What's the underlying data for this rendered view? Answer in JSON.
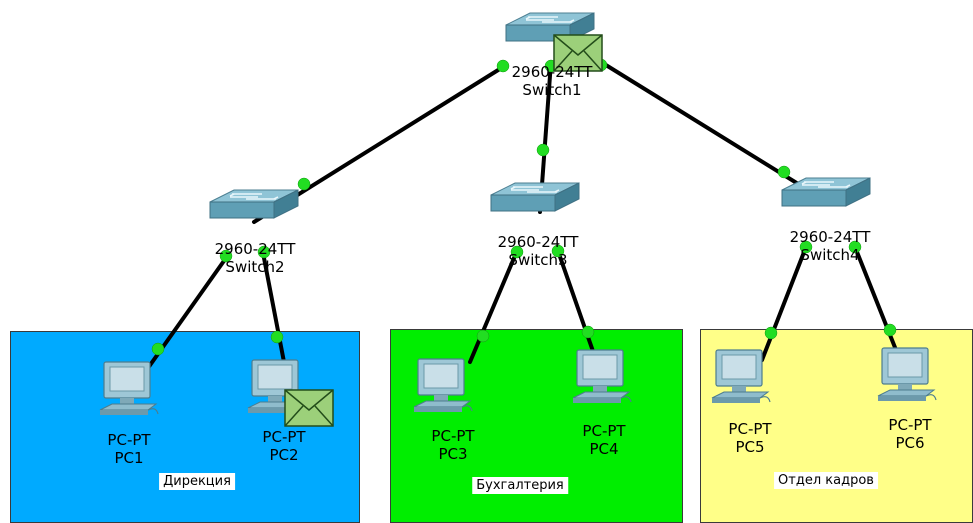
{
  "zones": [
    {
      "id": "direction",
      "label": "Дирекция",
      "color": "#00aaff"
    },
    {
      "id": "accounting",
      "label": "Бухгалтерия",
      "color": "#00ee00"
    },
    {
      "id": "hr",
      "label": "Отдел кадров",
      "color": "#ffff88"
    }
  ],
  "switches": [
    {
      "id": "switch1",
      "model": "2960-24TT",
      "name": "Switch1"
    },
    {
      "id": "switch2",
      "model": "2960-24TT",
      "name": "Switch2"
    },
    {
      "id": "switch3",
      "model": "2960-24TT",
      "name": "Switch3"
    },
    {
      "id": "switch4",
      "model": "2960-24TT",
      "name": "Switch4"
    }
  ],
  "pcs": [
    {
      "id": "pc1",
      "model": "PC-PT",
      "name": "PC1"
    },
    {
      "id": "pc2",
      "model": "PC-PT",
      "name": "PC2"
    },
    {
      "id": "pc3",
      "model": "PC-PT",
      "name": "PC3"
    },
    {
      "id": "pc4",
      "model": "PC-PT",
      "name": "PC4"
    },
    {
      "id": "pc5",
      "model": "PC-PT",
      "name": "PC5"
    },
    {
      "id": "pc6",
      "model": "PC-PT",
      "name": "PC6"
    }
  ],
  "link_status_color": "#22dd22",
  "envelope_icon": "envelope-icon"
}
